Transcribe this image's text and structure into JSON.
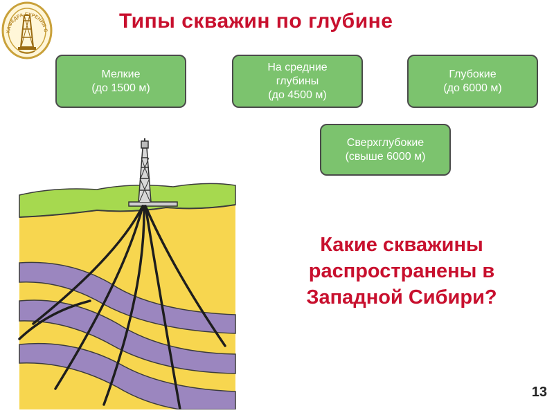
{
  "title": "Типы скважин по глубине",
  "logo": {
    "text": "КАФЕДРА БУРЕНИЯ СКВАЖИН",
    "color": "#c9a13a"
  },
  "boxes": [
    {
      "lines": [
        "Мелкие",
        "(до 1500 м)"
      ]
    },
    {
      "lines": [
        "На средние",
        "глубины",
        "(до 4500 м)"
      ]
    },
    {
      "lines": [
        "Глубокие",
        "(до 6000 м)"
      ]
    },
    {
      "lines": [
        "Сверхглубокие",
        "(свыше 6000 м)"
      ]
    }
  ],
  "question": {
    "lines": [
      "Какие скважины",
      "распространены в",
      "Западной Сибири?"
    ]
  },
  "page_number": "13",
  "colors": {
    "title": "#c8102e",
    "box_fill": "#7cc36e",
    "box_border": "#4a4a4a",
    "grass": "#a6d94f",
    "soil": "#f7d64f",
    "rock_layer": "#9b86bf"
  }
}
